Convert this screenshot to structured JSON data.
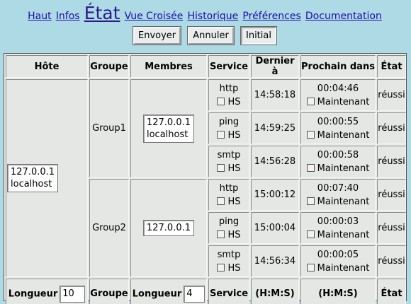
{
  "nav": {
    "links": [
      "Haut",
      "Infos",
      "État",
      "Vue Croisée",
      "Historique",
      "Préférences",
      "Documentation"
    ]
  },
  "buttons": {
    "send": "Envoyer",
    "cancel": "Annuler",
    "initial": "Initial"
  },
  "table": {
    "headers": [
      "Hôte",
      "Groupe",
      "Membres",
      "Service",
      "Dernier à",
      "Prochain dans",
      "État"
    ],
    "host": [
      "127.0.0.1",
      "localhost"
    ],
    "groups": [
      {
        "name": "Group1",
        "members": [
          "127.0.0.1",
          "localhost"
        ]
      },
      {
        "name": "Group2",
        "members": [
          "127.0.0.1"
        ]
      }
    ],
    "hs_label": "HS",
    "now_label": "Maintenant",
    "rows": [
      {
        "service": "http",
        "last": "14:58:18",
        "next": "00:04:46",
        "state": "réussi"
      },
      {
        "service": "ping",
        "last": "14:59:25",
        "next": "00:00:55",
        "state": "réussi"
      },
      {
        "service": "smtp",
        "last": "14:56:28",
        "next": "00:00:58",
        "state": "réussi"
      },
      {
        "service": "http",
        "last": "15:00:12",
        "next": "00:07:40",
        "state": "réussi"
      },
      {
        "service": "ping",
        "last": "15:00:04",
        "next": "00:00:03",
        "state": "réussi"
      },
      {
        "service": "smtp",
        "last": "14:56:34",
        "next": "00:00:05",
        "state": "réussi"
      }
    ],
    "footer": {
      "length_label": "Longueur",
      "host_length": "10",
      "group": "Groupe",
      "members_length": "4",
      "service": "Service",
      "last": "(H:M:S)",
      "next": "(H:M:S)",
      "state": "État"
    }
  }
}
